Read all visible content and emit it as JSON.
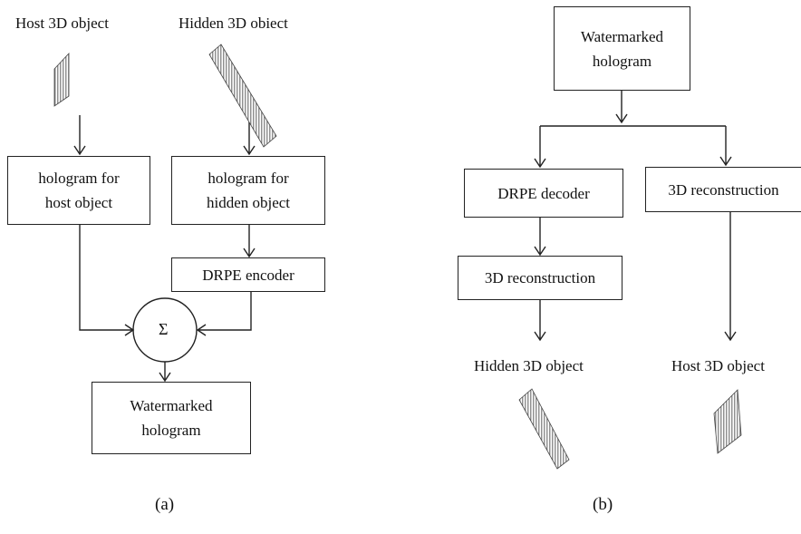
{
  "panel_a": {
    "host_label": "Host 3D object",
    "hidden_label": "Hidden 3D obiect",
    "host_box": [
      "hologram for",
      "host object"
    ],
    "hidden_box": [
      "hologram for",
      "hidden object"
    ],
    "drpe_encoder": "DRPE encoder",
    "sum_symbol": "Σ",
    "output_box": [
      "Watermarked",
      "hologram"
    ],
    "caption": "(a)"
  },
  "panel_b": {
    "input_box": [
      "Watermarked",
      "hologram"
    ],
    "drpe_decoder": "DRPE decoder",
    "recon_right": "3D reconstruction",
    "recon_left": "3D reconstruction",
    "hidden_out": "Hidden 3D object",
    "host_out": "Host 3D object",
    "caption": "(b)"
  },
  "colors": {
    "line": "#222222",
    "hatch": "#555555"
  }
}
